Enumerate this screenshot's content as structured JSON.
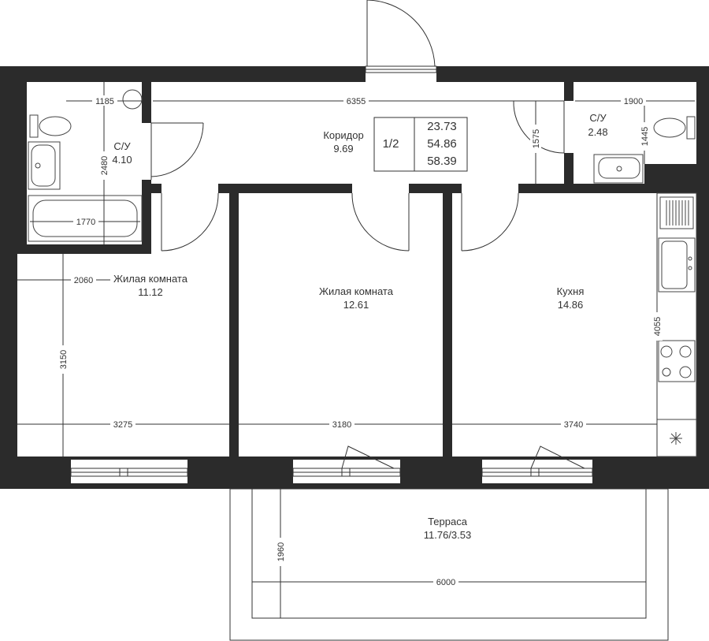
{
  "rooms": {
    "corridor": {
      "name": "Коридор",
      "area": "9.69"
    },
    "bathroom1": {
      "name": "С/У",
      "area": "4.10"
    },
    "bathroom2": {
      "name": "С/У",
      "area": "2.48"
    },
    "living1": {
      "name": "Жилая комната",
      "area": "11.12"
    },
    "living2": {
      "name": "Жилая комната",
      "area": "12.61"
    },
    "kitchen": {
      "name": "Кухня",
      "area": "14.86"
    },
    "terrace": {
      "name": "Терраса",
      "area": "11.76/3.53"
    }
  },
  "summary": {
    "rooms_fraction": "1/2",
    "living_area": "23.73",
    "total_area": "54.86",
    "total_with_terrace": "58.39"
  },
  "dimensions": {
    "bath1_width": "1185",
    "corridor_width": "6355",
    "bath2_width": "1900",
    "bath1_height": "2480",
    "corridor_height": "1575",
    "bath2_height": "1445",
    "bathtub_length": "1770",
    "living1_depth_offset": "2060",
    "living1_height": "3150",
    "living1_width": "3275",
    "living2_width": "3180",
    "kitchen_width": "3740",
    "kitchen_height": "4055",
    "terrace_depth": "1960",
    "terrace_width": "6000"
  },
  "colors": {
    "wall": "#2b2b2b",
    "line": "#333333"
  }
}
